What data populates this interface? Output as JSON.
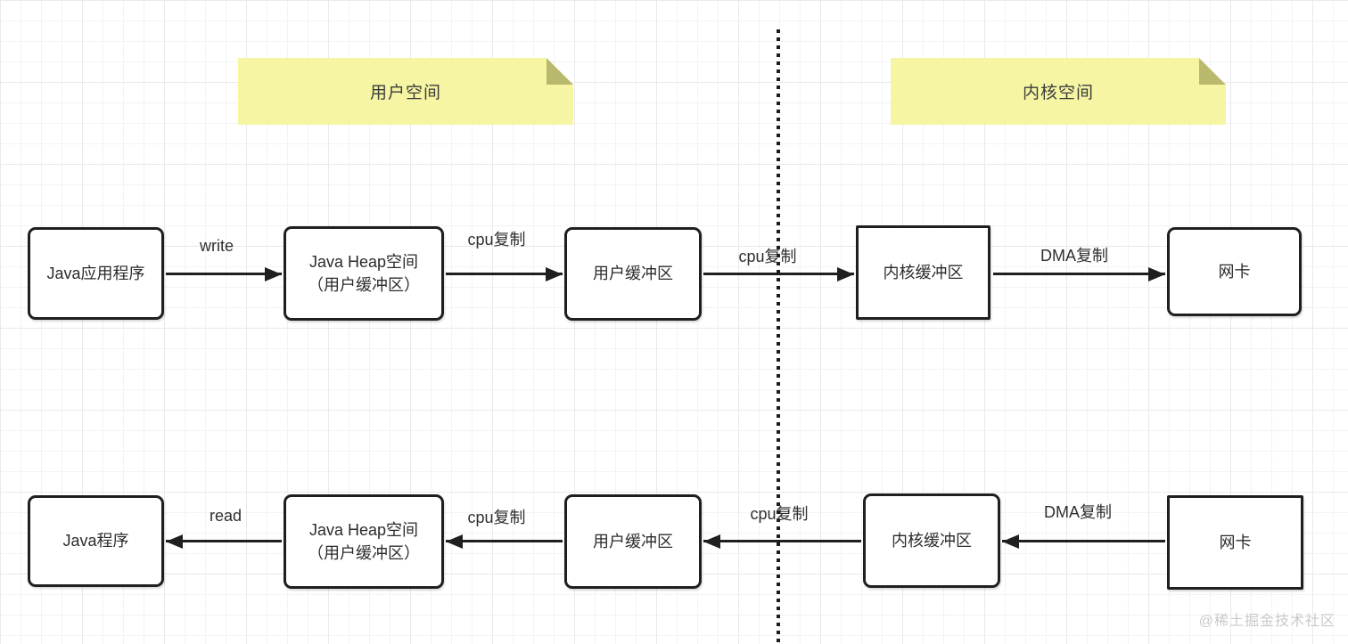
{
  "notes": {
    "user_space": "用户空间",
    "kernel_space": "内核空间"
  },
  "write_flow": {
    "boxes": [
      "Java应用程序",
      "Java Heap空间\n（用户缓冲区）",
      "用户缓冲区",
      "内核缓冲区",
      "网卡"
    ],
    "arrows": [
      "write",
      "cpu复制",
      "cpu复制",
      "DMA复制"
    ]
  },
  "read_flow": {
    "boxes": [
      "Java程序",
      "Java Heap空间\n（用户缓冲区）",
      "用户缓冲区",
      "内核缓冲区",
      "网卡"
    ],
    "arrows": [
      "read",
      "cpu复制",
      "cpu复制",
      "DMA复制"
    ]
  },
  "watermark": "@稀土掘金技术社区",
  "colors": {
    "note_fill": "#f5f5a3",
    "note_fold": "#b9b96e",
    "box_border": "#1f1f1f",
    "arrow": "#1f1f1f",
    "divider": "#1c1c1c",
    "watermark": "#c9c9c9",
    "grid_line": "#f3f3f6"
  }
}
